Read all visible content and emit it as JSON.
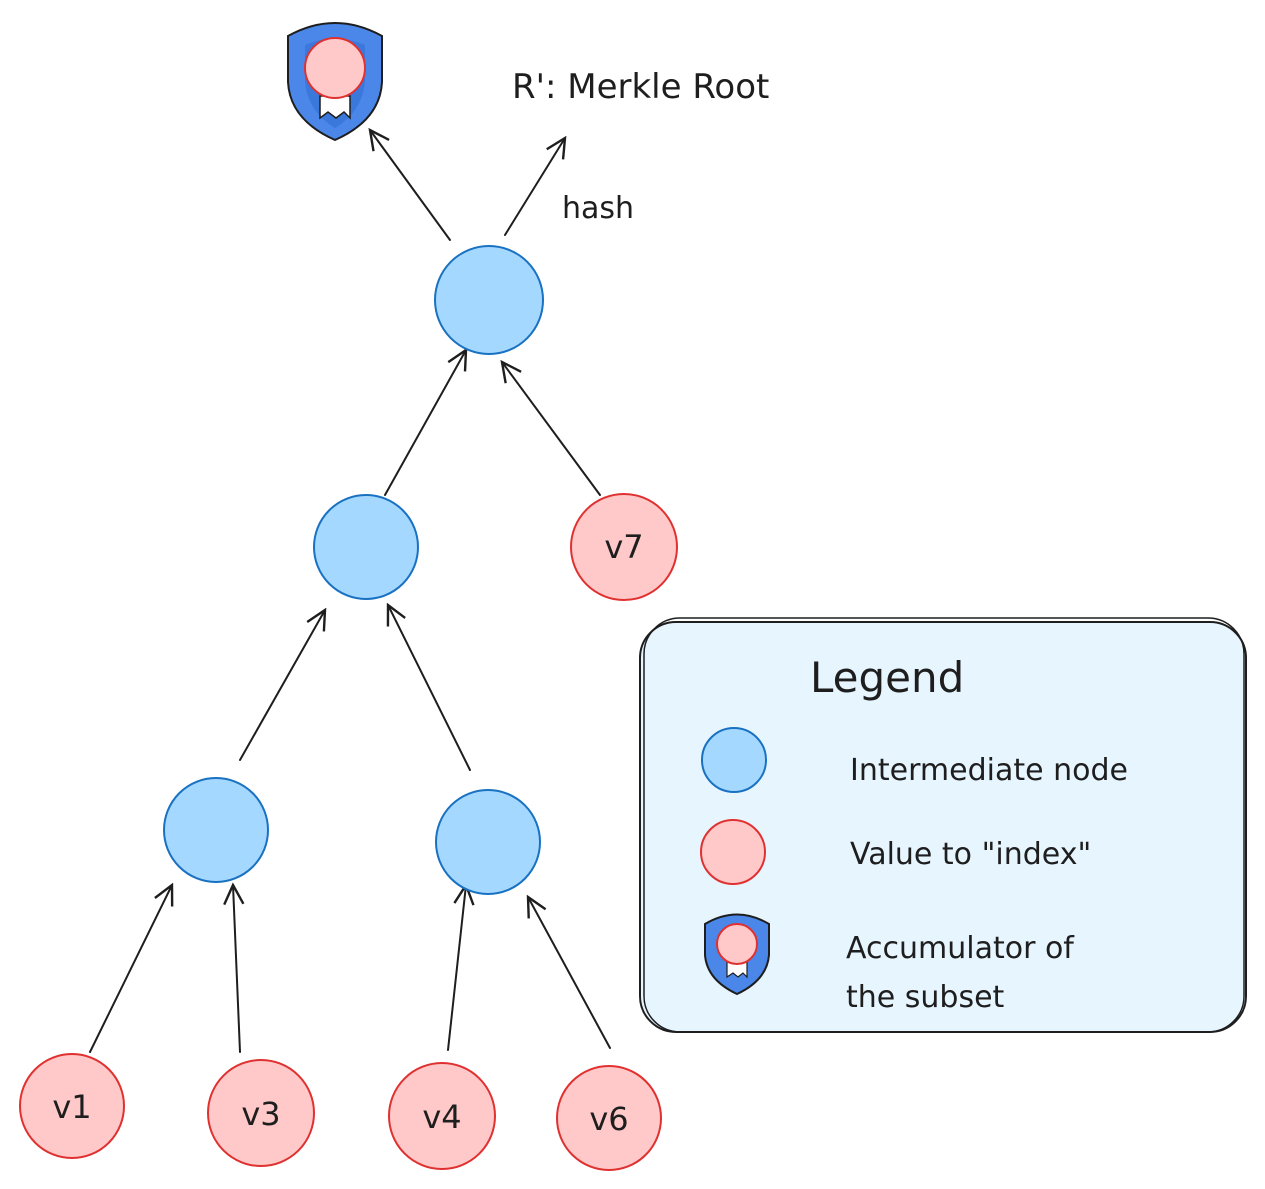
{
  "root_label": "R': Merkle Root",
  "edge_label": "hash",
  "nodes": {
    "v1": "v1",
    "v3": "v3",
    "v4": "v4",
    "v6": "v6",
    "v7": "v7"
  },
  "legend": {
    "title": "Legend",
    "intermediate": "Intermediate node",
    "value": "Value to \"index\"",
    "accumulator_line1": "Accumulator of",
    "accumulator_line2": "the subset"
  },
  "colors": {
    "intermediate_fill": "#a5d8ff",
    "intermediate_stroke": "#1971c2",
    "value_fill": "#ffc9c9",
    "value_stroke": "#e03131",
    "legend_fill": "#e7f5ff",
    "shield": "#4a87e8"
  },
  "icons": {
    "accumulator": "shield-badge-icon"
  }
}
